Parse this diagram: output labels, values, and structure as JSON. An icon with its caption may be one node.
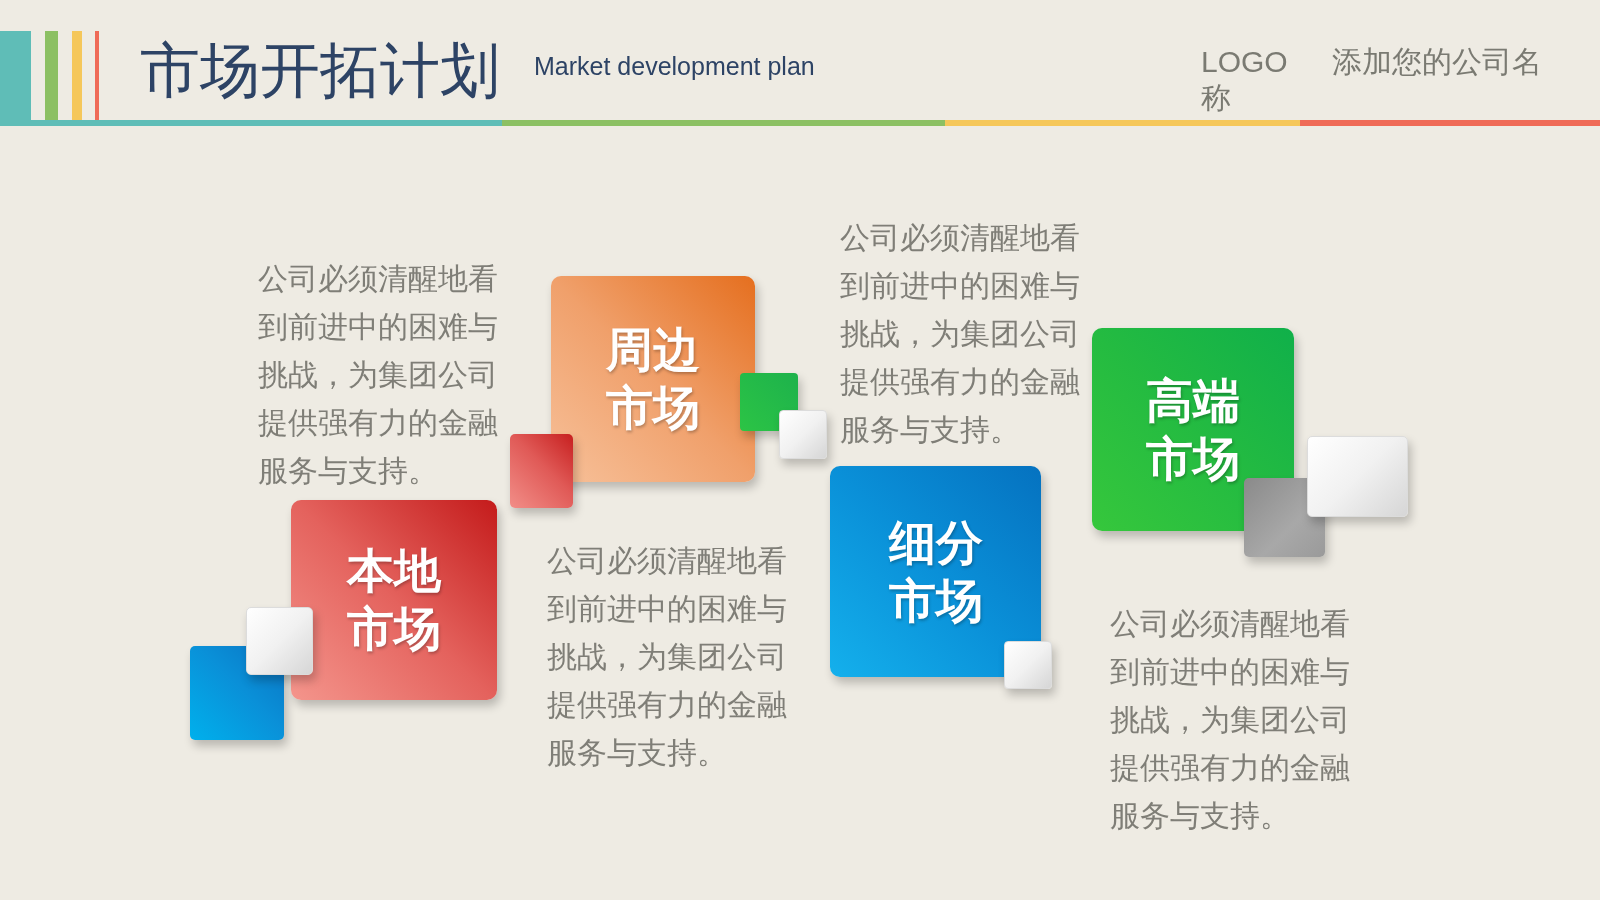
{
  "diagram": {
    "title": "市场开拓计划",
    "nodes": [
      {
        "text": [
          "本地市场"
        ]
      },
      {
        "text": [],
        "shape": "box"
      },
      {
        "text": [],
        "shape": "box"
      },
      {
        "text": [
          "周边市场"
        ]
      },
      {
        "text": [],
        "shape": "box"
      },
      {
        "text": [],
        "shape": "box"
      },
      {
        "text": [],
        "shape": "box"
      },
      {
        "text": [
          "细分市场"
        ]
      },
      {
        "text": [],
        "shape": "box"
      },
      {
        "text": [
          "高端市场"
        ]
      },
      {
        "text": [],
        "shape": "box"
      },
      {
        "text": [],
        "shape": "box"
      }
    ],
    "labels": [
      "Market development plan",
      "LOGO 添加您的公司名称",
      "公司必须清醒地看到前进中的困难与挑战，为集团公司提供强有力的金融服务与支持。",
      "公司必须清醒地看到前进中的困难与挑战，为集团公司提供强有力的金融服务与支持。",
      "公司必须清醒地看到前进中的困难与挑战，为集团公司提供强有力的金融服务与支持。",
      "公司必须清醒地看到前进中的困难与挑战，为集团公司提供强有力的金融服务与支持。"
    ]
  }
}
